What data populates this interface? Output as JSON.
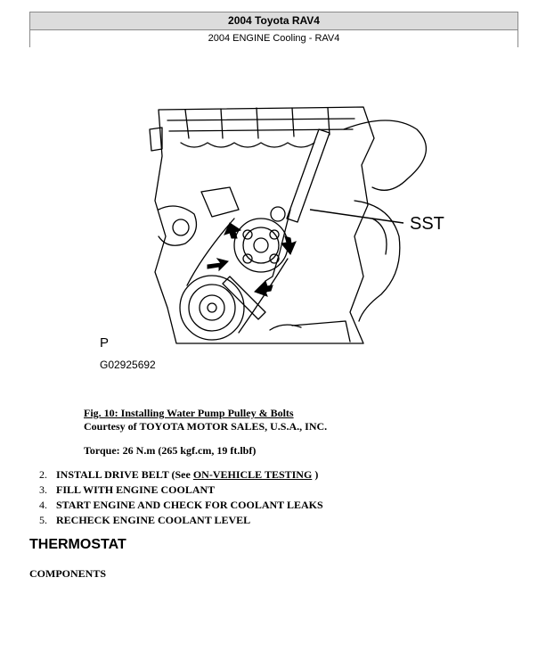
{
  "header": {
    "vehicle": "2004 Toyota RAV4",
    "section": "2004 ENGINE Cooling - RAV4"
  },
  "figure": {
    "callout_sst": "SST",
    "label_p": "P",
    "figure_code": "G02925692"
  },
  "caption": {
    "title": "Fig. 10: Installing Water Pump Pulley & Bolts",
    "courtesy": "Courtesy of TOYOTA MOTOR SALES, U.S.A., INC.",
    "torque": "Torque: 26 N.m (265 kgf.cm, 19 ft.lbf)"
  },
  "steps": [
    {
      "num": "2.",
      "text": "INSTALL DRIVE BELT (See ",
      "link": "ON-VEHICLE TESTING",
      "after": " )"
    },
    {
      "num": "3.",
      "text": "FILL WITH ENGINE COOLANT"
    },
    {
      "num": "4.",
      "text": "START ENGINE AND CHECK FOR COOLANT LEAKS"
    },
    {
      "num": "5.",
      "text": "RECHECK ENGINE COOLANT LEVEL"
    }
  ],
  "section_title": "THERMOSTAT",
  "subsection_title": "COMPONENTS"
}
